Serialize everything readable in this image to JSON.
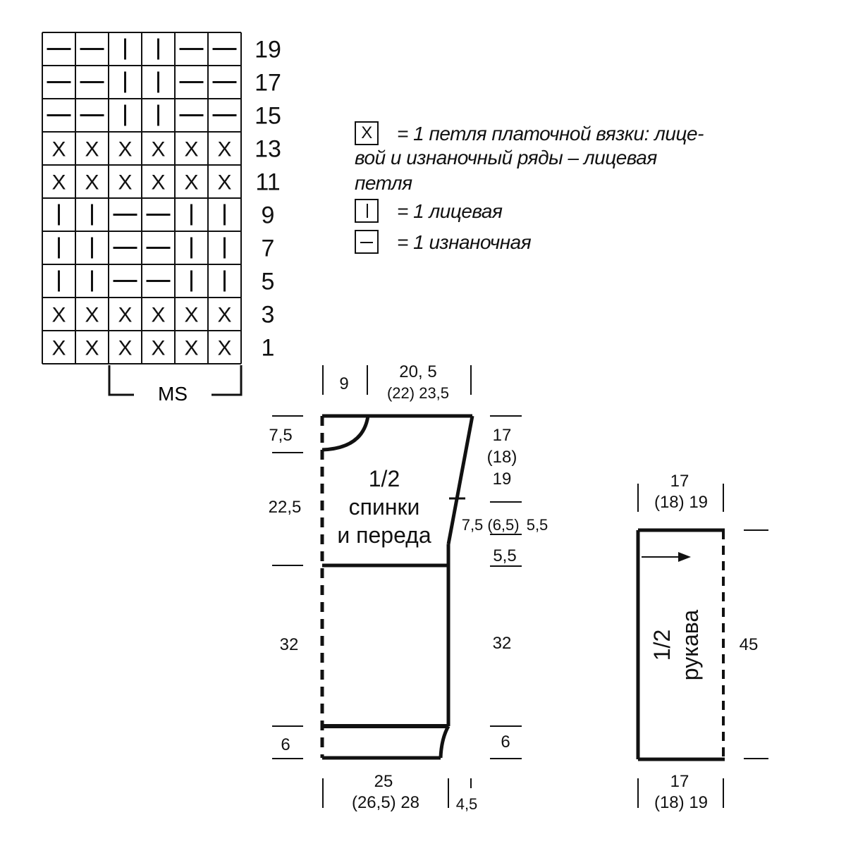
{
  "chart": {
    "columns": 6,
    "rows": [
      {
        "number": "19",
        "cells": [
          "—",
          "—",
          "|",
          "|",
          "—",
          "—"
        ]
      },
      {
        "number": "17",
        "cells": [
          "—",
          "—",
          "|",
          "|",
          "—",
          "—"
        ]
      },
      {
        "number": "15",
        "cells": [
          "—",
          "—",
          "|",
          "|",
          "—",
          "—"
        ]
      },
      {
        "number": "13",
        "cells": [
          "X",
          "X",
          "X",
          "X",
          "X",
          "X"
        ]
      },
      {
        "number": "11",
        "cells": [
          "X",
          "X",
          "X",
          "X",
          "X",
          "X"
        ]
      },
      {
        "number": "9",
        "cells": [
          "|",
          "|",
          "—",
          "—",
          "|",
          "|"
        ]
      },
      {
        "number": "7",
        "cells": [
          "|",
          "|",
          "—",
          "—",
          "|",
          "|"
        ]
      },
      {
        "number": "5",
        "cells": [
          "|",
          "|",
          "—",
          "—",
          "|",
          "|"
        ]
      },
      {
        "number": "3",
        "cells": [
          "X",
          "X",
          "X",
          "X",
          "X",
          "X"
        ]
      },
      {
        "number": "1",
        "cells": [
          "X",
          "X",
          "X",
          "X",
          "X",
          "X"
        ]
      }
    ],
    "repeat_label": "MS"
  },
  "legend": [
    {
      "symbol": "X",
      "text": "= 1 петля платочной вязки: лицевой и изнаночный ряды – лицевая петля"
    },
    {
      "symbol": "|",
      "text": "= 1 лицевая"
    },
    {
      "symbol": "—",
      "text": "= 1 изнаночная"
    }
  ],
  "legend_lines": [
    "= 1 петля платочной вязки: лице-",
    "вой и изнаночный ряды – лицевая",
    "петля"
  ],
  "body_pattern": {
    "label_lines": [
      "1/2",
      "спинки",
      "и переда"
    ],
    "top_neck": "9",
    "top_shoulder_lines": [
      "20, 5",
      "(22)  23,5"
    ],
    "neck_depth": "7,5",
    "armhole_height": "22,5",
    "body_height": "32",
    "rib_height": "6",
    "right_shoulder_lines": [
      "17",
      "(18)",
      "19"
    ],
    "right_mid": [
      "7,5",
      "(6,5)",
      "5,5"
    ],
    "right_lower": "5,5",
    "right_body": "32",
    "right_rib": "6",
    "bottom_width_lines": [
      "25",
      "(26,5)  28"
    ],
    "bottom_side": "4,5"
  },
  "sleeve_pattern": {
    "label_lines": [
      "1/2",
      "рукава"
    ],
    "top_width_lines": [
      "17",
      "(18)  19"
    ],
    "length": "45",
    "bottom_width_lines": [
      "17",
      "(18)  19"
    ]
  }
}
